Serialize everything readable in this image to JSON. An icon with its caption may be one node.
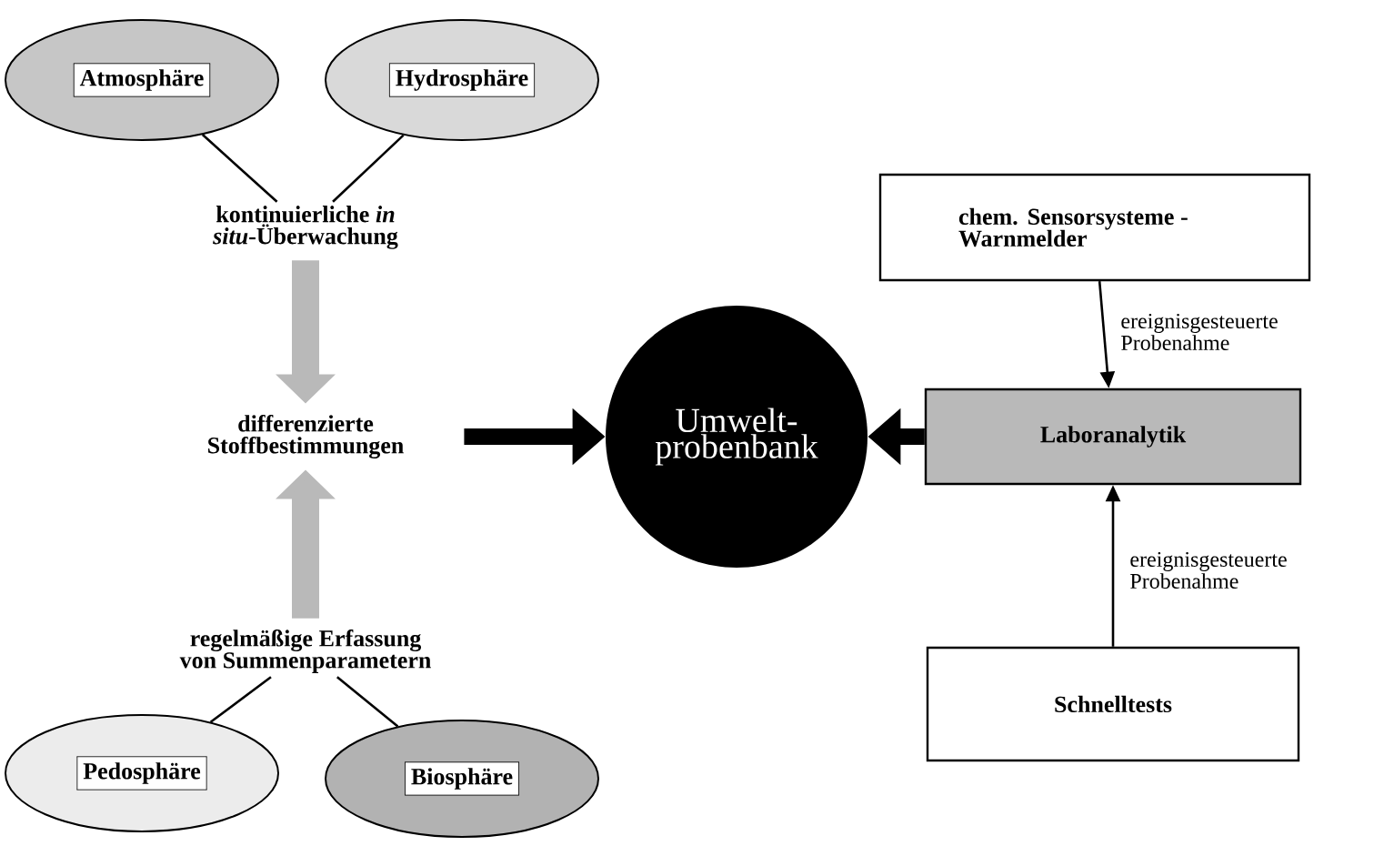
{
  "diagram": {
    "nodes": [
      {
        "text": [
          "Atmosphäre"
        ]
      },
      {
        "text": [
          "Hydrosphäre"
        ]
      },
      {
        "text": [
          "kontinuierliche *in situ*-Überwachung"
        ]
      },
      {
        "text": [
          "differenzierte Stoffbestimmungen"
        ]
      },
      {
        "text": [
          "regelmäßige Erfassung von Summenparametern"
        ]
      },
      {
        "text": [
          "Pedosphäre"
        ]
      },
      {
        "text": [
          "Biosphäre"
        ]
      },
      {
        "text": [
          "Umwelt- probenbank"
        ]
      },
      {
        "text": [
          "chem. Sensorsysteme - Warnmelder"
        ]
      },
      {
        "text": [
          "Laboranalytik"
        ]
      },
      {
        "text": [
          "Schnelltests"
        ]
      }
    ],
    "edges": [
      {
        "from": 0,
        "to": 2,
        "arrow": "none"
      },
      {
        "from": 1,
        "to": 2,
        "arrow": "none"
      },
      {
        "from": 2,
        "to": 3,
        "arrow": "to",
        "style": "thick",
        "color": "#b9b9b9"
      },
      {
        "from": 4,
        "to": 3,
        "arrow": "to",
        "style": "thick",
        "color": "#b9b9b9"
      },
      {
        "from": 5,
        "to": 4,
        "arrow": "none"
      },
      {
        "from": 6,
        "to": 4,
        "arrow": "none"
      },
      {
        "from": 3,
        "to": 7,
        "arrow": "to",
        "style": "thick"
      },
      {
        "from": 9,
        "to": 7,
        "arrow": "to",
        "style": "thick"
      },
      {
        "from": 8,
        "to": 9,
        "arrow": "to",
        "label": "ereignisgesteuerte Probenahme"
      },
      {
        "from": 10,
        "to": 9,
        "arrow": "to",
        "label": "ereignisgesteuerte Probenahme"
      }
    ]
  }
}
